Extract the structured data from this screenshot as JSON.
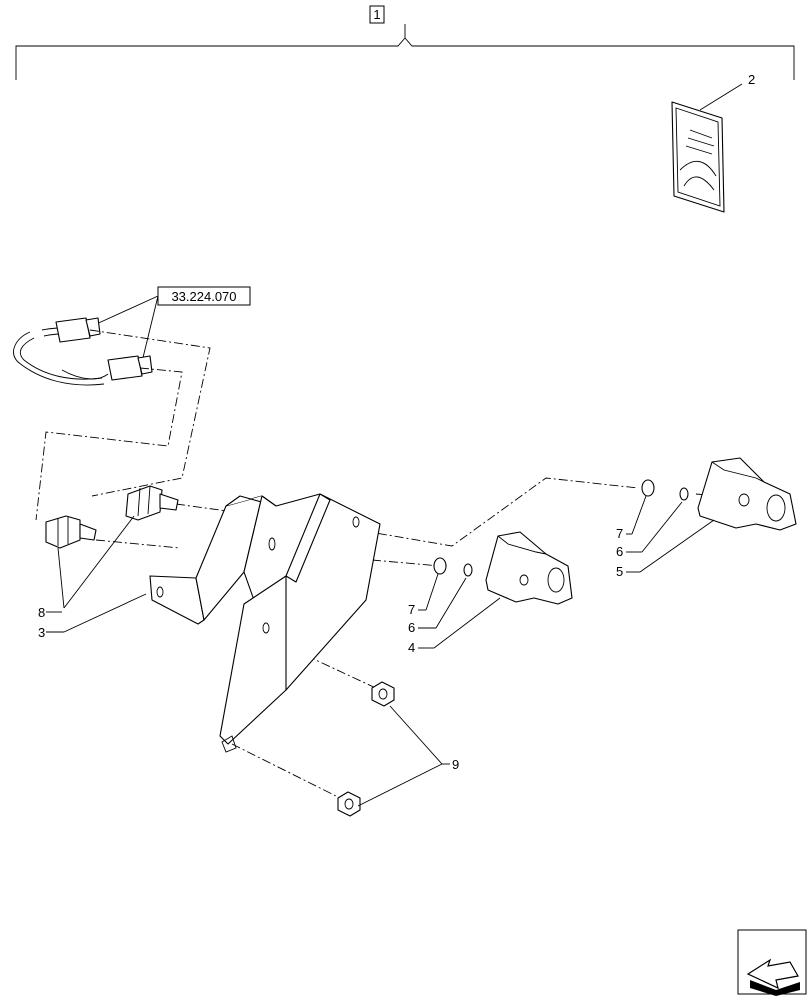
{
  "callouts": {
    "kit": "1",
    "manual": "2",
    "bracket": "3",
    "coupler_left": "4",
    "coupler_right": "5",
    "seal_inner_left": "6",
    "seal_outer_left": "7",
    "seal_inner_right": "6",
    "seal_outer_right": "7",
    "adapters": "8",
    "nuts": "9"
  },
  "reference": "33.224.070",
  "manual_cover_text": "",
  "nav_icon": "next-page-arrow-icon"
}
